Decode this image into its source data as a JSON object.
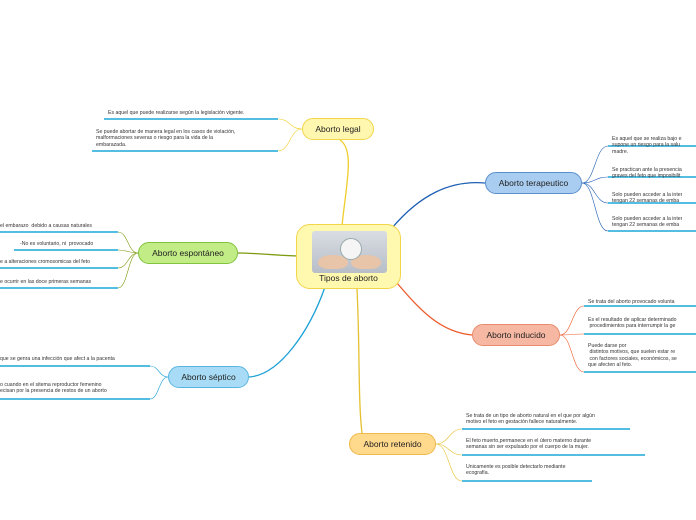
{
  "central": {
    "label": "Tipos de aborto"
  },
  "branches": [
    {
      "label": "Aborto legal",
      "fill": "#fff6b0",
      "border": "#f2d64c",
      "line": "#f0cd2a",
      "underline": "#1aa8d8",
      "leaves": [
        "Es aquel que puede realizarse según la legislación vigente.",
        "Se puede abortar de manera legal en los casos de violación,\nmalformaciones severas o riesgo para la vida de la\nembarazada."
      ]
    },
    {
      "label": "Aborto terapeutico",
      "fill": "#a9cdf0",
      "border": "#5a8fcf",
      "line": "#1f5fb4",
      "underline": "#1aa8d8",
      "leaves": [
        "Es aquel que se realiza bajo e\nsupone un riesgo para la salu\nmadre.",
        "Se practican ante la presencia\ngraves del feto que imposibilit",
        "Solo pueden acceder a la inter\ntengan 22 semanas de emba",
        "Solo pueden acceder a la inter\ntengan 22 semanas de emba"
      ]
    },
    {
      "label": "Aborto espontáneo",
      "fill": "#c2ec86",
      "border": "#82c23f",
      "line": "#7c9a10",
      "underline": "#1aa8d8",
      "leaves": [
        "el embarazo  debido a causas naturales",
        "-No es voluntario, ni  provocado",
        "e a alteraciones cromosomicas del feto",
        "e ocurrir en las doce primeras semanas"
      ]
    },
    {
      "label": "Aborto inducido",
      "fill": "#f7b8a3",
      "border": "#e88a6c",
      "line": "#ee5a2a",
      "underline": "#1aa8d8",
      "leaves": [
        "Se trata del aborto provocado volunta",
        "Es el resultado de aplicar determinado\n procedimientos para interrumpir la ge",
        "Puede darse por\n distintos motivos, que suelen estar re\n con factores sociales, económicos, se\nque afecten al feto."
      ]
    },
    {
      "label": "Aborto séptico",
      "fill": "#a8dcf6",
      "border": "#5ab6e0",
      "line": "#1aa0d6",
      "underline": "#1aa8d8",
      "leaves": [
        "que se genra una infección que afect a la pacenta",
        "o cuando en el sitema reproductor femenino\necisan por la presencia de restos de un aborto"
      ]
    },
    {
      "label": "Aborto retenido",
      "fill": "#ffd98c",
      "border": "#f0b84a",
      "line": "#e6c030",
      "underline": "#1aa8d8",
      "leaves": [
        "Se trata de un tipo de aborto natural en el que por algún\nmotivo el feto en gestación fallece naturalmente.",
        "El feto muerto,permanece en el útero materno durante\nsemanas sin ser expulsado por el cuerpo de la mujer.",
        "Unicamente es posible detectarlo mediante\necografía."
      ]
    }
  ]
}
